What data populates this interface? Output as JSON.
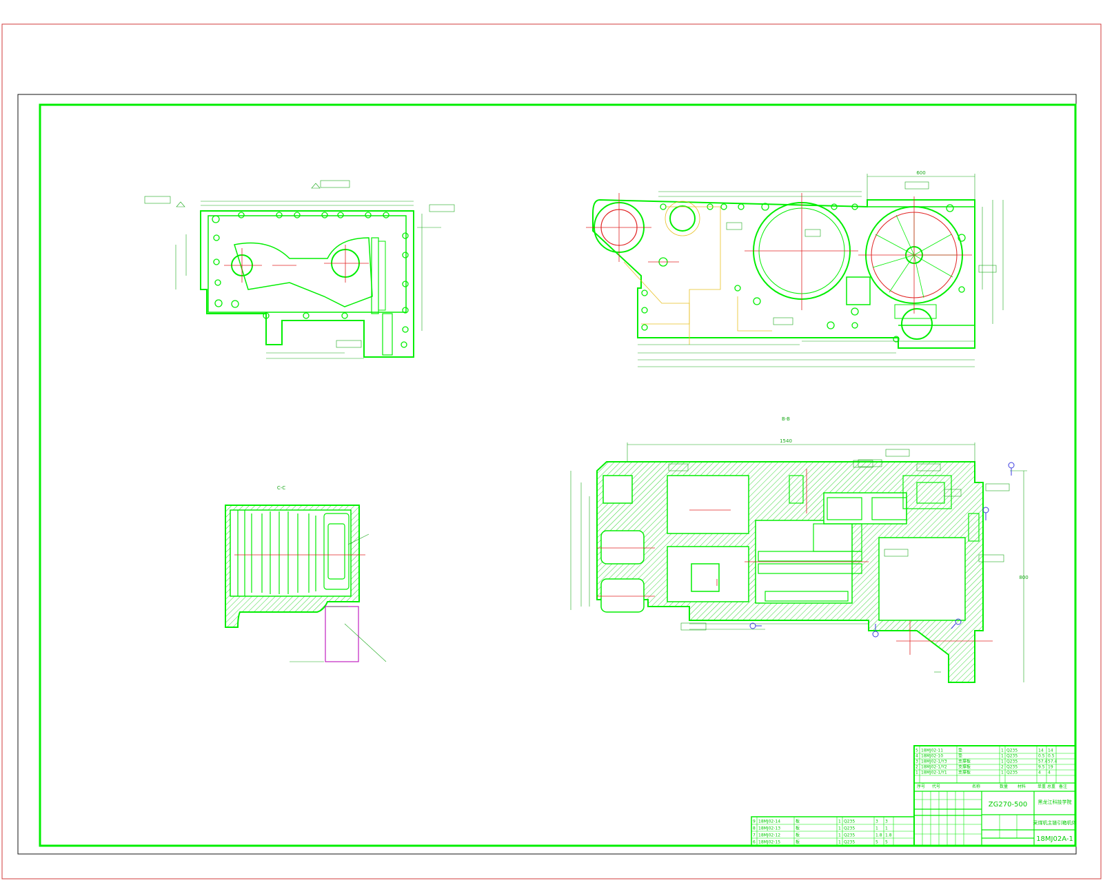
{
  "colors": {
    "outer_frame": "#d23a3a",
    "inner_frame": "#111111",
    "drawing_line": "#00ee00",
    "center_line": "#e02020",
    "hidden_line": "#e8c020",
    "cut_plane": "#c020c0",
    "datum": "#3a3ae0",
    "dimension": "#18a818"
  },
  "views": {
    "section_c_label": "C-C",
    "section_b_label": "B-B",
    "overall_length_dim": "1540",
    "plan_width_dim": "600",
    "plan_height_dim": "800"
  },
  "title_block": {
    "drawing_code": "ZG270-500",
    "school": "黑龙江科技学院",
    "part_name": "采煤机主链引箱机体",
    "drawing_number": "18MJ02A-1",
    "header_labels": [
      "序号",
      "代号",
      "名称",
      "数量",
      "材料",
      "单重",
      "总重",
      "备注"
    ]
  },
  "parts_list_upper": [
    {
      "no": "5",
      "code": "18MJ02-11",
      "name": "垫",
      "qty": "1",
      "mat": "Q235",
      "w1": "14",
      "w2": "14"
    },
    {
      "no": "4",
      "code": "18MJ02-10",
      "name": "垫",
      "qty": "1",
      "mat": "Q235",
      "w1": "0.5",
      "w2": "0.5"
    },
    {
      "no": "3",
      "code": "18MJ02-1/Y3",
      "name": "支撑板",
      "qty": "1",
      "mat": "Q235",
      "w1": "57.4",
      "w2": "57.4"
    },
    {
      "no": "2",
      "code": "18MJ02-1/Y2",
      "name": "支撑板",
      "qty": "2",
      "mat": "Q235",
      "w1": "9.5",
      "w2": "19"
    },
    {
      "no": "1",
      "code": "18MJ02-1/Y1",
      "name": "支撑板",
      "qty": "1",
      "mat": "Q235",
      "w1": "4",
      "w2": "4"
    }
  ],
  "parts_list_lower": [
    {
      "no": "9",
      "code": "18MJ02-14",
      "name": "板",
      "qty": "1",
      "mat": "Q235",
      "w1": "3",
      "w2": "3"
    },
    {
      "no": "8",
      "code": "18MJ02-13",
      "name": "板",
      "qty": "1",
      "mat": "Q235",
      "w1": "1",
      "w2": "1"
    },
    {
      "no": "7",
      "code": "18MJ02-12",
      "name": "板",
      "qty": "1",
      "mat": "Q235",
      "w1": "1.8",
      "w2": "1.8"
    },
    {
      "no": "6",
      "code": "18MJ02-15",
      "name": "板",
      "qty": "1",
      "mat": "Q235",
      "w1": "5",
      "w2": "5"
    }
  ]
}
